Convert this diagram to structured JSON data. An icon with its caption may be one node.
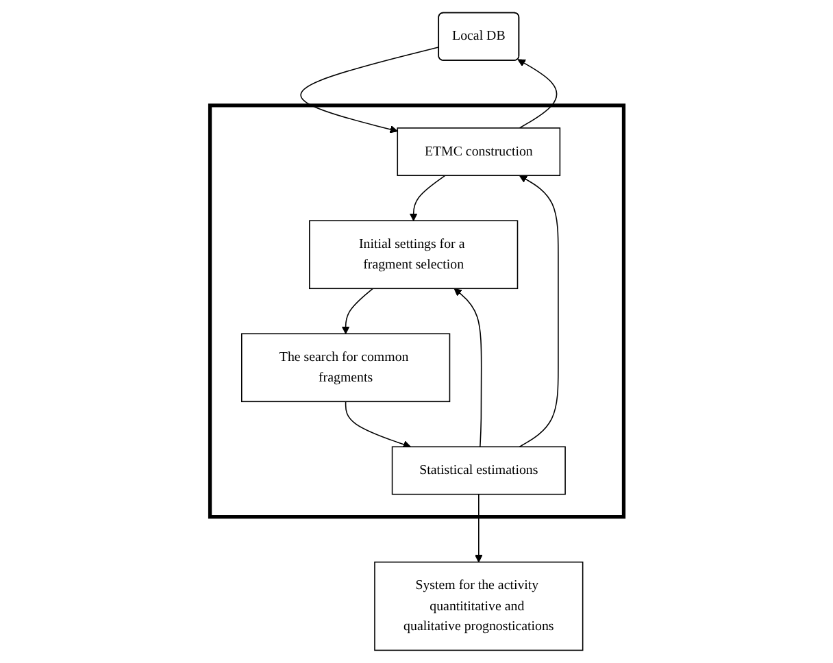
{
  "diagram": {
    "nodes": [
      {
        "text": [
          "Local DB"
        ]
      },
      {
        "text": [],
        "shape": "box"
      },
      {
        "text": [
          "ETMC construction"
        ],
        "in": 1
      },
      {
        "text": [
          "Initial settings for a fragment selection"
        ],
        "in": 1
      },
      {
        "text": [
          "System for the activity quantititative and qualitative prognostications"
        ]
      },
      {
        "text": [
          "The search for common fragments"
        ],
        "in": 1
      },
      {
        "text": [
          "Statistical estimations"
        ],
        "in": 1
      }
    ],
    "edges": [
      {
        "from": 0,
        "to": 2,
        "arrow": "to"
      },
      {
        "from": 2,
        "to": 0,
        "arrow": "to"
      },
      {
        "from": 2,
        "to": 3,
        "arrow": "to"
      },
      {
        "from": 3,
        "to": 5,
        "arrow": "to"
      },
      {
        "from": 5,
        "to": 6,
        "arrow": "to"
      },
      {
        "from": 6,
        "to": 3,
        "arrow": "to"
      },
      {
        "from": 6,
        "to": 2,
        "arrow": "to"
      },
      {
        "from": 6,
        "to": 4,
        "arrow": "to"
      }
    ]
  }
}
